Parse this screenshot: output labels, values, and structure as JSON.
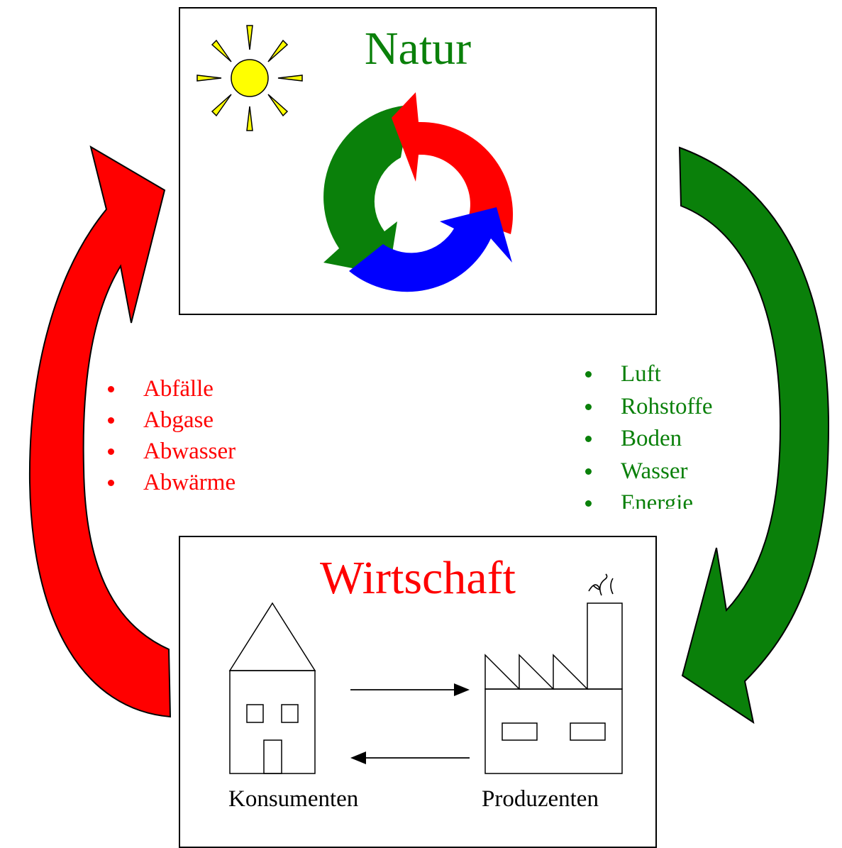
{
  "colors": {
    "green": "#0a800a",
    "red": "#ff0000",
    "blue": "#0000ff",
    "sun": "#ffff00"
  },
  "natur": {
    "title": "Natur",
    "icons": [
      "sun-icon",
      "cycle-arrows-icon"
    ]
  },
  "wirtschaft": {
    "title": "Wirtschaft",
    "house_label": "Konsumenten",
    "factory_label": "Produzenten",
    "icons": [
      "house-icon",
      "factory-icon",
      "smoke-icon"
    ]
  },
  "outputs": {
    "items": [
      "Abfälle",
      "Abgase",
      "Abwasser",
      "Abwärme"
    ]
  },
  "inputs": {
    "items": [
      "Luft",
      "Rohstoffe",
      "Boden",
      "Wasser",
      "Energie"
    ]
  }
}
